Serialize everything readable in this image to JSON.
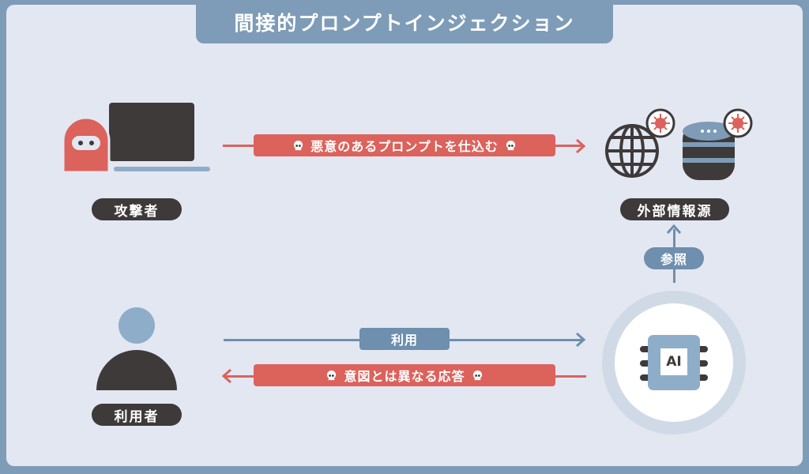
{
  "title": "間接的プロンプトインジェクション",
  "actors": {
    "attacker": {
      "label": "攻撃者",
      "icon": "ninja-laptop-icon"
    },
    "user": {
      "label": "利用者",
      "icon": "person-icon"
    },
    "external": {
      "label": "外部情報源",
      "icons": [
        "globe-icon",
        "database-icon",
        "virus-icon"
      ]
    },
    "ai": {
      "label": "AI",
      "icon": "ai-chip-icon"
    }
  },
  "flows": {
    "inject": {
      "label": "悪意のあるプロンプトを仕込む",
      "direction": "attacker→external"
    },
    "reference": {
      "label": "参照",
      "direction": "ai→external"
    },
    "use": {
      "label": "利用",
      "direction": "user→ai"
    },
    "response": {
      "label": "意図とは異なる応答",
      "direction": "ai→user"
    }
  },
  "colors": {
    "frame": "#7e9cb7",
    "background": "#e3e7f2",
    "danger": "#dc625c",
    "neutral": "#6e8fad",
    "dark": "#3f3a3a"
  }
}
